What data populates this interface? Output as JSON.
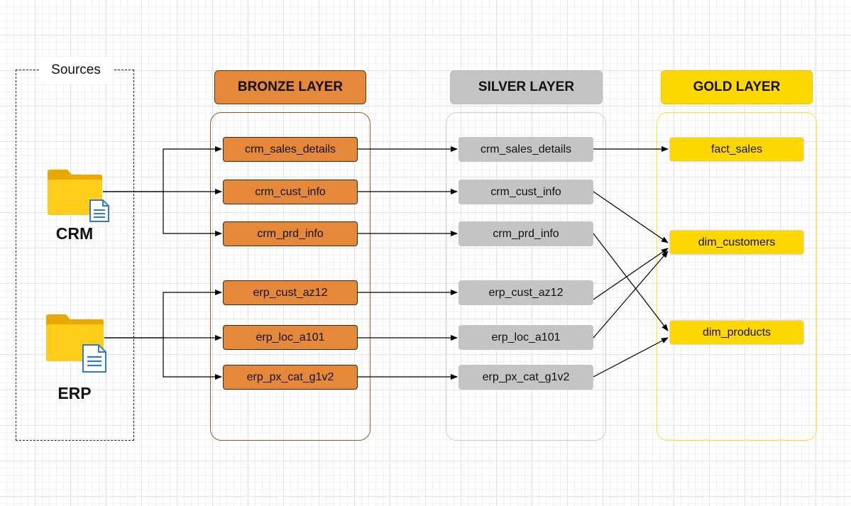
{
  "sources": {
    "label": "Sources",
    "items": [
      {
        "name": "CRM"
      },
      {
        "name": "ERP"
      }
    ]
  },
  "layers": {
    "bronze": {
      "title": "BRONZE LAYER",
      "color": "#e6883a",
      "tables": [
        "crm_sales_details",
        "crm_cust_info",
        "crm_prd_info",
        "erp_cust_az12",
        "erp_loc_a101",
        "erp_px_cat_g1v2"
      ]
    },
    "silver": {
      "title": "SILVER LAYER",
      "color": "#c4c4c4",
      "tables": [
        "crm_sales_details",
        "crm_cust_info",
        "crm_prd_info",
        "erp_cust_az12",
        "erp_loc_a101",
        "erp_px_cat_g1v2"
      ]
    },
    "gold": {
      "title": "GOLD LAYER",
      "color": "#ffd700",
      "tables": [
        "fact_sales",
        "dim_customers",
        "dim_products"
      ]
    }
  },
  "icons": {
    "source_folder": "folder-with-document-icon"
  }
}
